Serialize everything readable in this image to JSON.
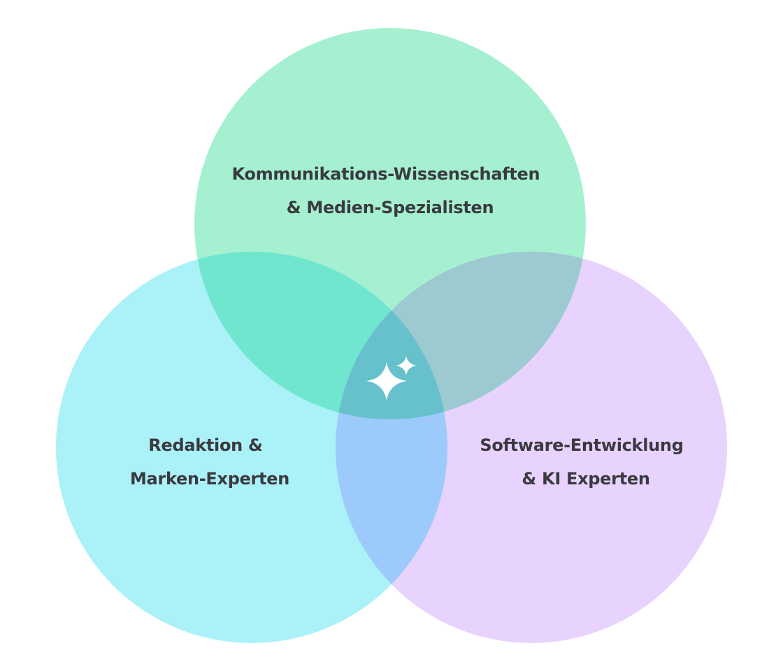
{
  "circles": [
    {
      "id": "top",
      "lines": [
        "Kommunikations-Wissenschaften",
        "& Medien-Spezialisten"
      ],
      "color": "#a6f0d2"
    },
    {
      "id": "left",
      "lines": [
        "Redaktion &",
        "Marken-Experten"
      ],
      "color": "#abf1f8"
    },
    {
      "id": "right",
      "lines": [
        "Software-Entwicklung",
        "& KI Experten"
      ],
      "color": "#e7d3fd"
    }
  ],
  "overlaps": {
    "top_left": "#71e6cf",
    "top_right": "#9ccad0",
    "left_right": "#9ccbfb",
    "center": "#66c1cc"
  },
  "center_icon": {
    "name": "sparkle-icon",
    "color": "#ffffff"
  }
}
